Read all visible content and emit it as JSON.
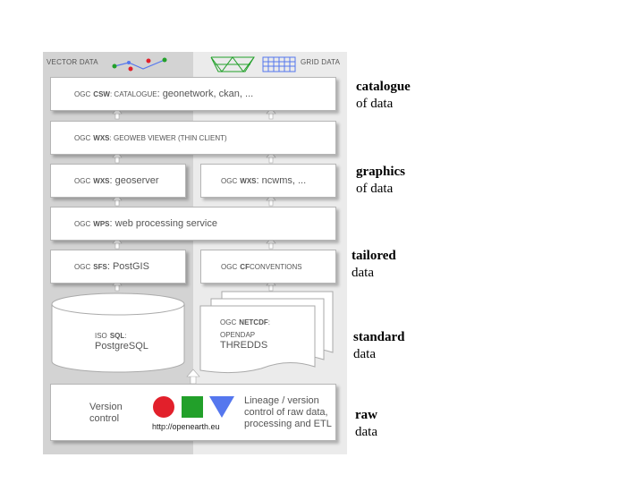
{
  "header": {
    "vector_label": "VECTOR DATA",
    "grid_label": "GRID DATA"
  },
  "boxes": {
    "csw": {
      "prefix": "OGC",
      "code": "CSW",
      "desc_caps": ": CATALOGUE",
      "desc": ": geonetwork, ckan, ..."
    },
    "wxs_viewer": {
      "prefix": "OGC",
      "code": "WXS",
      "desc": ": GEOWEB VIEWER (THIN CLIENT)"
    },
    "wxs_geoserver": {
      "prefix": "OGC",
      "code": "WXS",
      "desc": ": geoserver"
    },
    "wxs_ncwms": {
      "prefix": "OGC",
      "code": "WXS",
      "desc": ": ncwms, ..."
    },
    "wps": {
      "prefix": "OGC",
      "code": "WPS",
      "desc": ": web processing service"
    },
    "sfs": {
      "prefix": "OGC",
      "code": "SFS",
      "desc": ": PostGIS"
    },
    "cf": {
      "prefix": "OGC",
      "code": "CF",
      "desc": " CONVENTIONS"
    },
    "sql": {
      "prefix": "ISO",
      "code": "SQL",
      "colon": ":",
      "name": "PostgreSQL"
    },
    "netcdf": {
      "prefix": "OGC",
      "code": "NETCDF",
      "colon": ":",
      "line2": "OPENDAP",
      "line3": "THREDDS"
    },
    "raw": {
      "version_line1": "Version",
      "version_line2": "control",
      "url": "http://openearth.eu",
      "lineage_line1": "Lineage / version",
      "lineage_line2": "control of raw data,",
      "lineage_line3": "processing and ETL"
    }
  },
  "levels": [
    {
      "strong": "catalogue",
      "weak": "of data"
    },
    {
      "strong": "graphics",
      "weak": "of data"
    },
    {
      "strong": "tailored",
      "weak": "data"
    },
    {
      "strong": "standard",
      "weak": "data"
    },
    {
      "strong": "raw",
      "weak": "data"
    }
  ],
  "colors": {
    "left_bg": "#d3d3d3",
    "right_bg": "#ebebeb",
    "circle": "#e2202b",
    "square": "#22a02a",
    "triangle": "#5577ee"
  }
}
